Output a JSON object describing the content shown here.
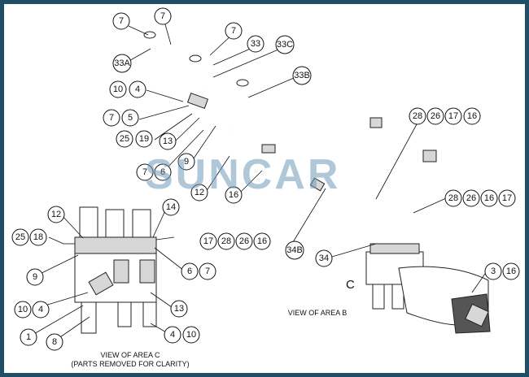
{
  "watermark": "SUNCAR",
  "labels": {
    "view_b": "VIEW OF AREA B",
    "view_c_line1": "VIEW OF AREA C",
    "view_c_line2": "(PARTS REMOVED FOR CLARITY)",
    "area_c_marker": "C"
  },
  "callouts": [
    "7",
    "7",
    "7",
    "33",
    "33C",
    "33A",
    "33B",
    "10",
    "4",
    "7",
    "5",
    "25",
    "19",
    "13",
    "28",
    "26",
    "17",
    "16",
    "9",
    "7",
    "6",
    "12",
    "16",
    "28",
    "26",
    "16",
    "17",
    "14",
    "12",
    "25",
    "18",
    "17",
    "28",
    "26",
    "16",
    "34B",
    "9",
    "34",
    "6",
    "7",
    "3",
    "16",
    "10",
    "4",
    "13",
    "1",
    "8",
    "4",
    "10"
  ],
  "colors": {
    "frame": "#1f4e67",
    "watermark": "#6f9bb8"
  }
}
